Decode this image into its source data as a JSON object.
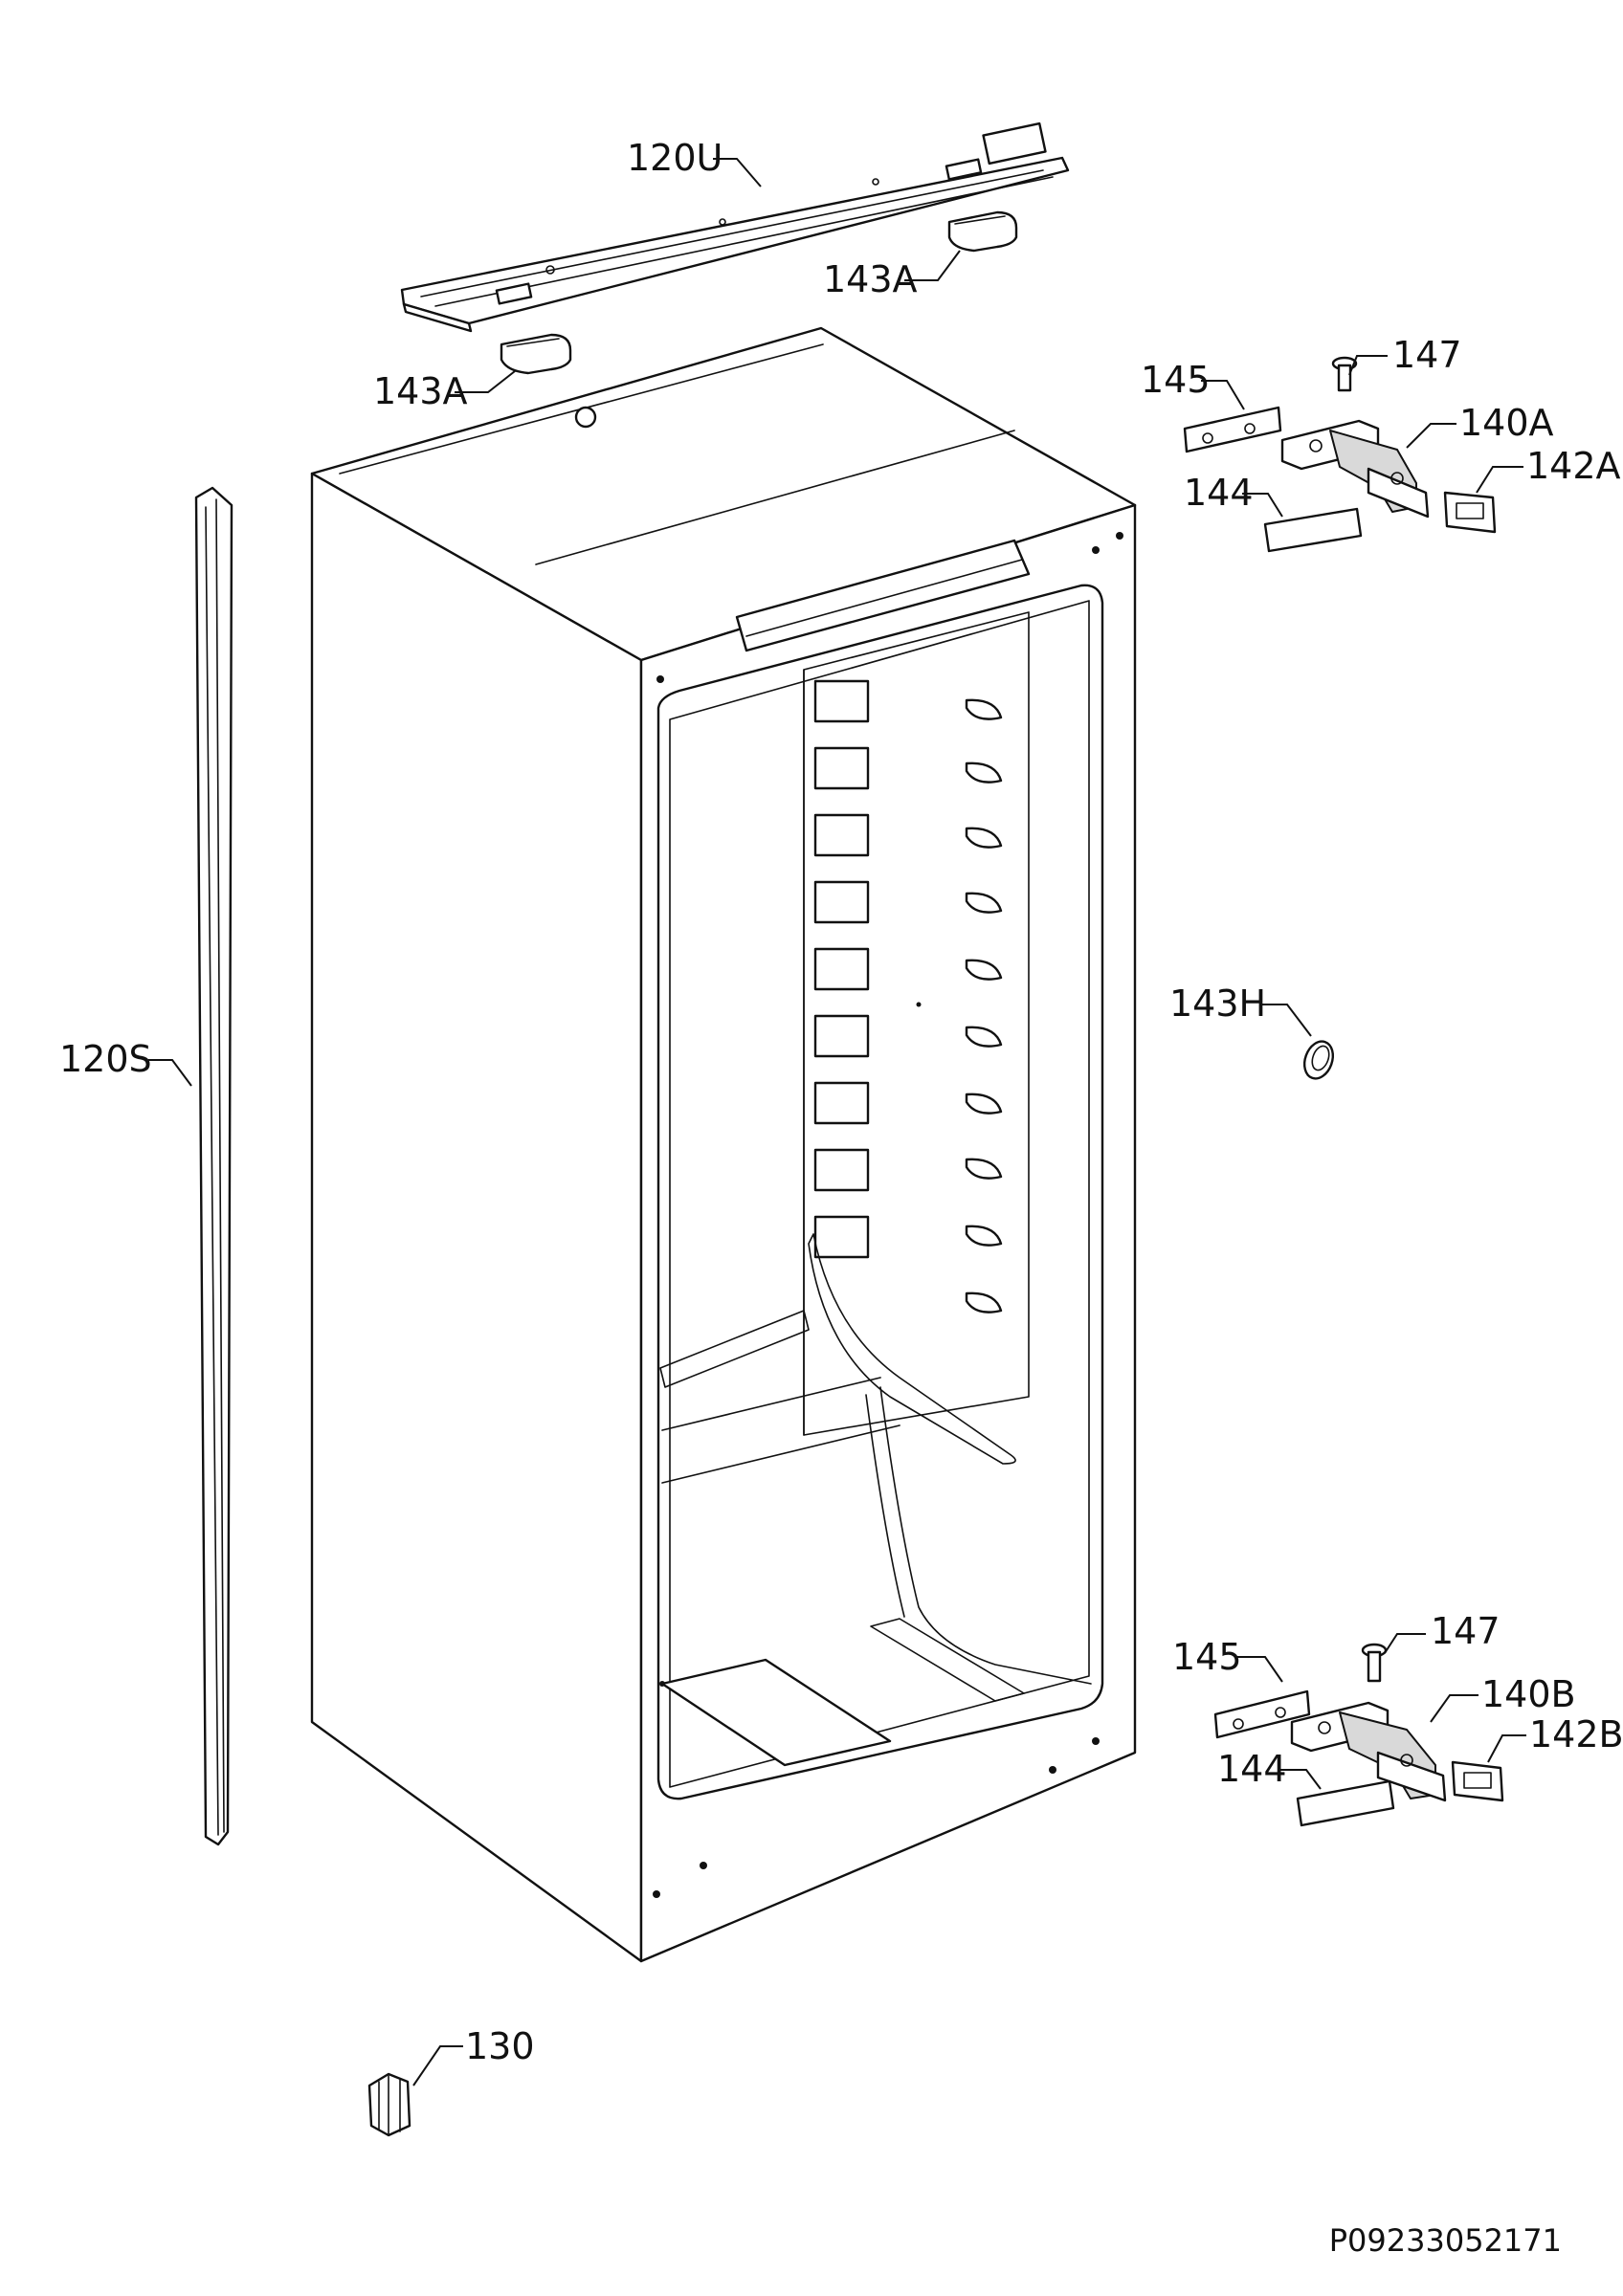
{
  "diagram": {
    "labels": {
      "120U": "120U",
      "143A_top": "143A",
      "143A_left": "143A",
      "145_top": "145",
      "147_top": "147",
      "140A": "140A",
      "142A": "142A",
      "144_top": "144",
      "120S": "120S",
      "143H": "143H",
      "145_bottom": "145",
      "147_bottom": "147",
      "140B": "140B",
      "142B": "142B",
      "144_bottom": "144",
      "130": "130"
    },
    "document_number": "P09233052171"
  },
  "colors": {
    "line": "#111111",
    "background": "#ffffff",
    "part_fill": "#d9d9d9"
  }
}
